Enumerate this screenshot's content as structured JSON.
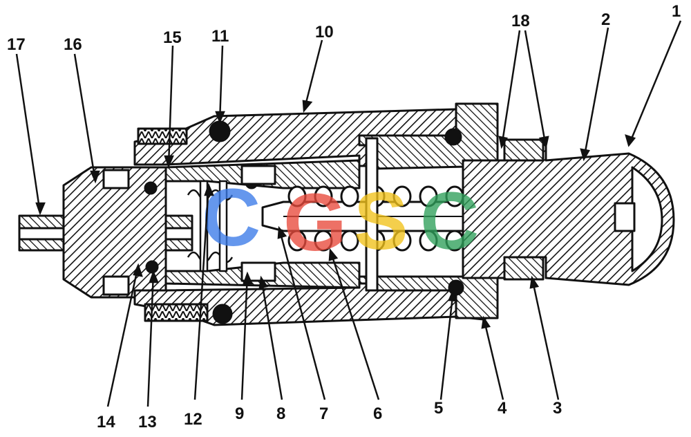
{
  "diagram": {
    "labels": {
      "l1": "1",
      "l2": "2",
      "l3": "3",
      "l4": "4",
      "l5": "5",
      "l6": "6",
      "l7": "7",
      "l8": "8",
      "l9": "9",
      "l10": "10",
      "l11": "11",
      "l12": "12",
      "l13": "13",
      "l14": "14",
      "l15": "15",
      "l16": "16",
      "l17": "17",
      "l18": "18"
    },
    "watermark": {
      "letters": [
        "C",
        "G",
        "S",
        "C"
      ],
      "colors": [
        "#3b7be8",
        "#e84a3c",
        "#f2c21b",
        "#2fa05a"
      ]
    },
    "colors": {
      "ink": "#111111",
      "paper": "#ffffff"
    }
  }
}
